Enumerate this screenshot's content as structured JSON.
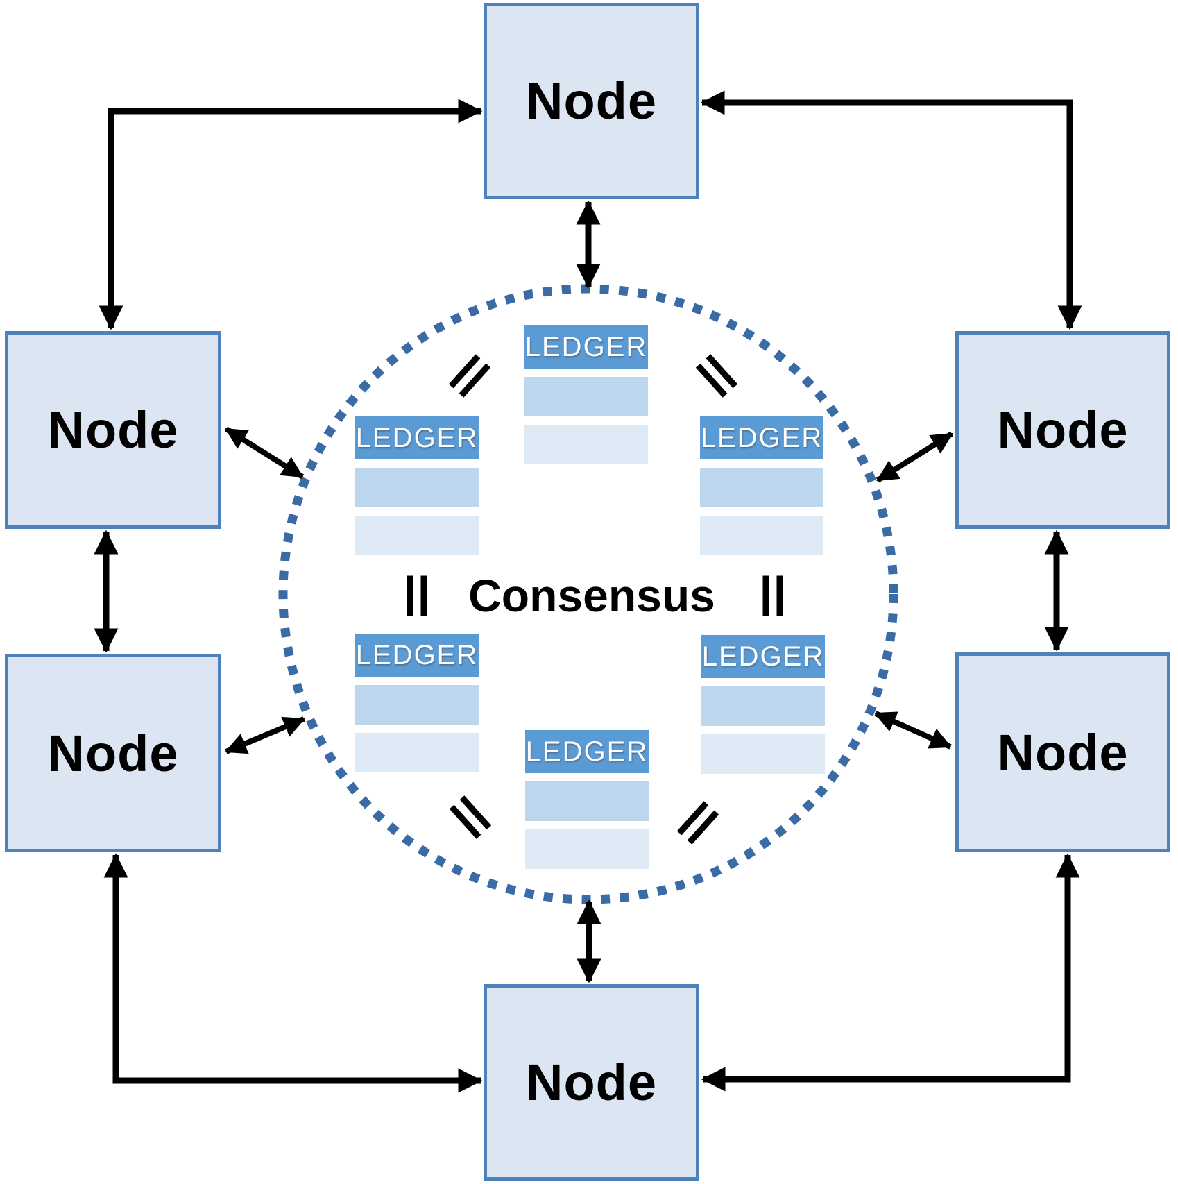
{
  "diagram": {
    "node_label": "Node",
    "ledger_label": "LEDGER",
    "center_label": "Consensus",
    "node_count": 6,
    "ledger_count": 6,
    "colors": {
      "node_fill": "#dce6f2",
      "node_border": "#4f81bd",
      "ledger_header_fill": "#5b9bd5",
      "ledger_header_text": "#ffffff",
      "ledger_row_medium": "#bdd7ee",
      "ledger_row_light": "#deebf7",
      "circle_dot": "#3a6ba5",
      "connector": "#000000"
    }
  }
}
